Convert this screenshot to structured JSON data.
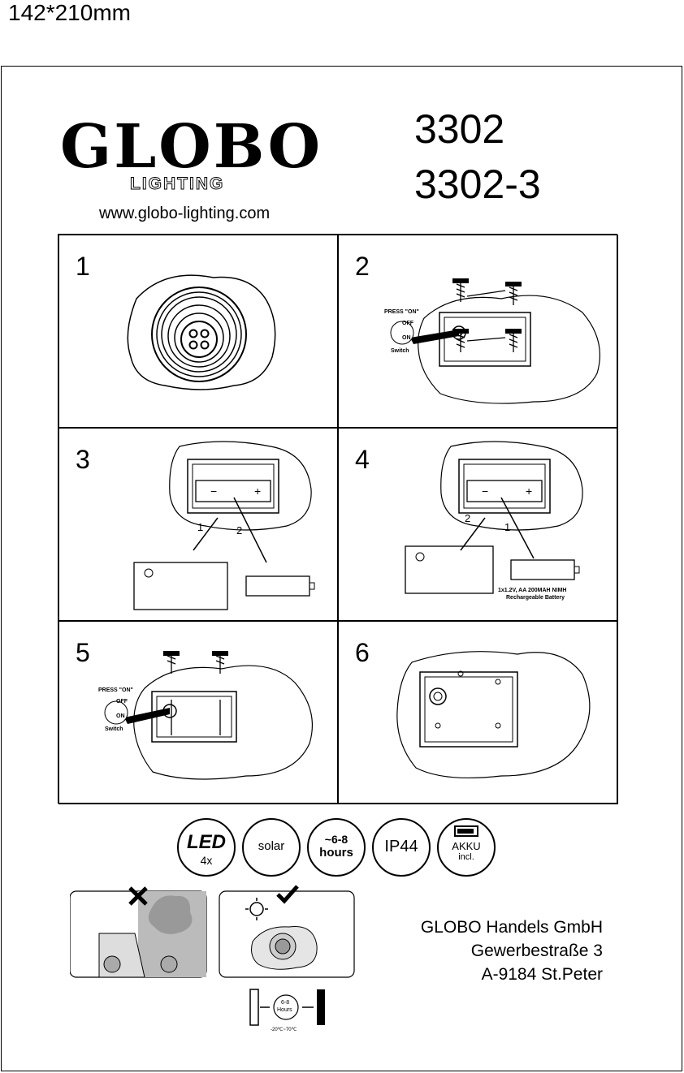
{
  "page": {
    "size_label": "142*210mm"
  },
  "brand": {
    "name": "GLOBO",
    "sub": "LIGHTING",
    "website": "www.globo-lighting.com"
  },
  "models": [
    "3302",
    "3302-3"
  ],
  "steps": {
    "s1": "1",
    "s2": "2",
    "s3": "3",
    "s4": "4",
    "s5": "5",
    "s6": "6",
    "press_on": "PRESS \"ON\"",
    "off": "OFF",
    "on": "ON",
    "switch": "Switch",
    "arrow1": "1",
    "arrow2": "2",
    "battery_spec_line1": "1x1.2V, AA 200MAH NIMH",
    "battery_spec_line2": "Rechargeable Battery",
    "minus": "−",
    "plus": "+"
  },
  "badges": {
    "led": "LED",
    "led_count": "4x",
    "solar": "solar",
    "hours_top": "~6-8",
    "hours_bottom": "hours",
    "ip": "IP44",
    "akku": "AKKU",
    "akku_sub": "incl."
  },
  "charging": {
    "hours": "6-8",
    "hours_unit": "Hours",
    "temp": "-20℃~70℃"
  },
  "company": {
    "name": "GLOBO Handels GmbH",
    "street": "Gewerbestraße 3",
    "city": "A-9184 St.Peter"
  }
}
